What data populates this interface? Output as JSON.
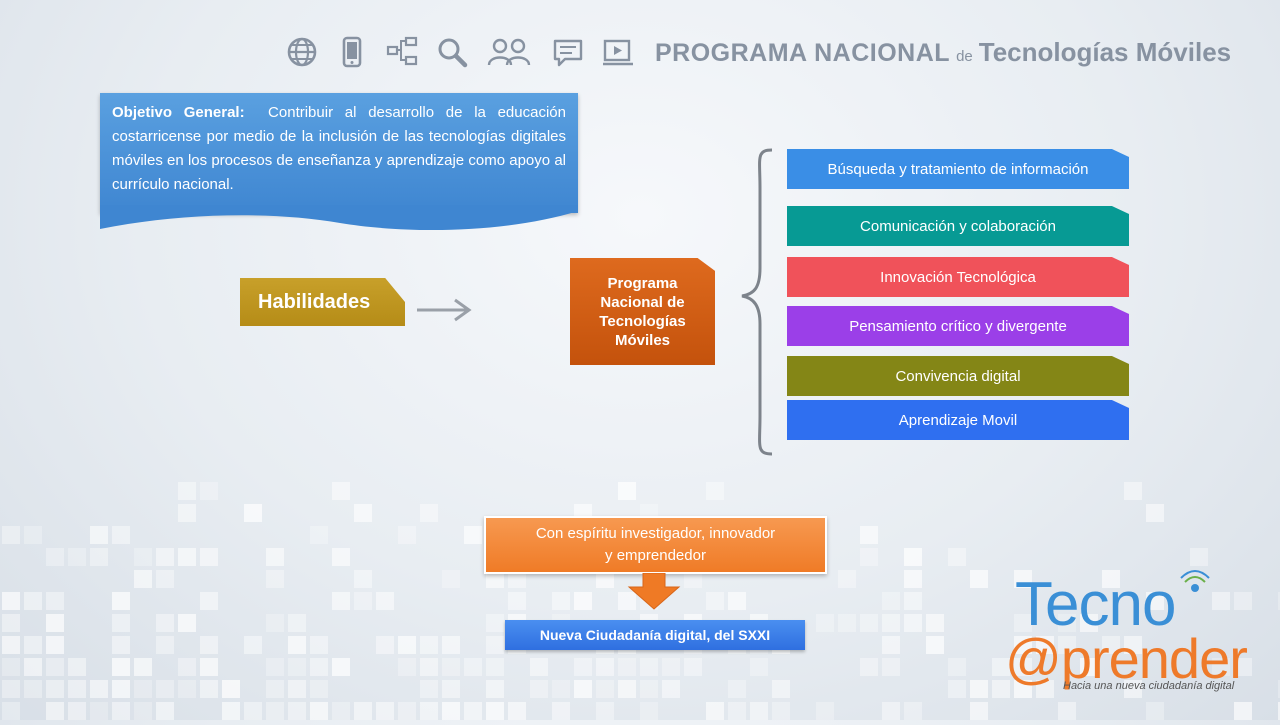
{
  "header": {
    "icons": [
      "globe-icon",
      "phone-icon",
      "sitemap-icon",
      "search-icon",
      "people-icon",
      "chat-icon",
      "video-icon"
    ],
    "title_main": "PROGRAMA NACIONAL",
    "title_de": "de",
    "title_tail": "Tecnologías Móviles"
  },
  "objective": {
    "lead": "Objetivo General:",
    "text": "Contribuir al desarrollo de la educación costarricense por medio de la inclusión de las tecnologías digitales móviles en los procesos de enseñanza y aprendizaje como apoyo al currículo nacional."
  },
  "habilidades": "Habilidades",
  "programa": "Programa Nacional de Tecnologías Móviles",
  "skills": [
    {
      "label": "Búsqueda y tratamiento de información",
      "color": "#3a8ee6"
    },
    {
      "label": "Comunicación y colaboración",
      "color": "#079a94"
    },
    {
      "label": "Innovación Tecnológica",
      "color": "#f0525a"
    },
    {
      "label": "Pensamiento crítico y divergente",
      "color": "#9b3fe8"
    },
    {
      "label": "Convivencia digital",
      "color": "#848616"
    },
    {
      "label": "Aprendizaje Movil",
      "color": "#2f6ff0"
    }
  ],
  "espiritu": {
    "line1": "Con espíritu investigador, innovador",
    "line2": "y emprendedor"
  },
  "nueva": "Nueva Ciudadanía digital, del  SXXI",
  "logo": {
    "line1": "Tecno",
    "line2": "@prender",
    "tagline": "Hacia una nueva ciudadanía digital",
    "colors": {
      "blue": "#3a8fd6",
      "orange": "#ee7a2a"
    }
  }
}
